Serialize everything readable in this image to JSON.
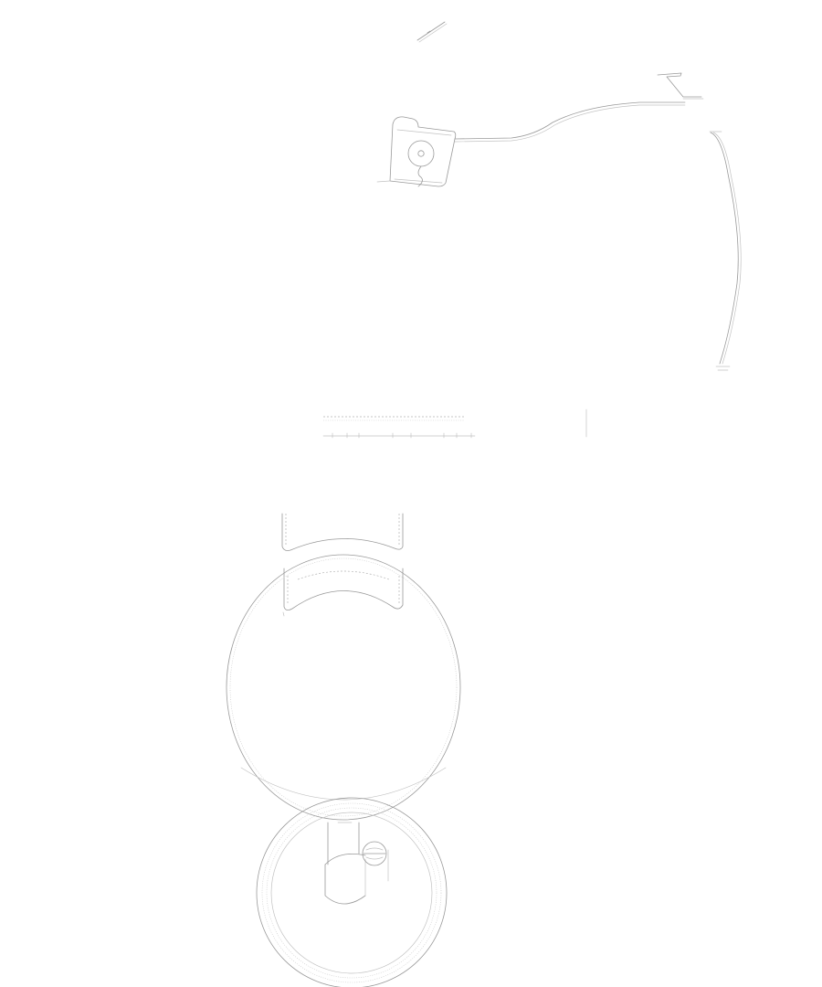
{
  "drawing": {
    "views": [
      {
        "id": "elevation-view",
        "parts": [
          "small-bracket-part",
          "mounting-block",
          "pivot-hole",
          "curved-arm",
          "hook-end",
          "curved-spring-bar"
        ]
      },
      {
        "id": "plan-view",
        "parts": [
          "scale-strip",
          "reference-line",
          "back-straps",
          "oval-seat",
          "circular-base",
          "stem",
          "pivot-circle"
        ]
      }
    ],
    "line_color": "#9a9a9a",
    "faint_line_color": "#c2c2c2",
    "background_color": "#ffffff"
  }
}
